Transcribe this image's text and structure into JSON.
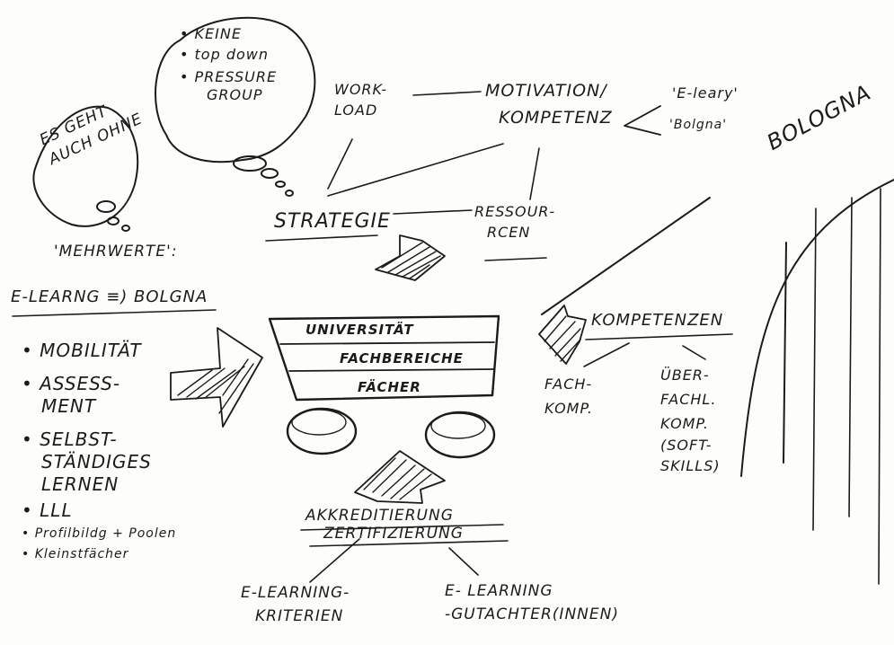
{
  "colors": {
    "ink": "#1b1b1b",
    "paper": "#fdfdfb"
  },
  "cloud_top": [
    "• KEINE",
    "• top down",
    "• PRESSURE",
    "GROUP"
  ],
  "bubble_left": [
    "ES GEHT",
    "AUCH OHNE"
  ],
  "top": {
    "workload": [
      "WORK-",
      "LOAD"
    ],
    "motivation": [
      "MOTIVATION/",
      "KOMPETENZ"
    ],
    "eleary": "'E-leary'",
    "bologna_small": "'Bolgna'"
  },
  "strategie": "STRATEGIE",
  "ressourcen": [
    "RESSOUR-",
    "RCEN"
  ],
  "mehrwerte": "'MEHRWERTE':",
  "elearning_bologna": "E-LEARNG ≡) BOLGNA",
  "benefits": [
    "• MOBILITÄT",
    "• ASSESS-",
    "MENT",
    "• SELBST-",
    "STÄNDIGES",
    "LERNEN",
    "• LLL",
    "• Profilbildg + Poolen",
    "• Kleinstfächer"
  ],
  "cart": [
    "UNIVERSITÄT",
    "FACHBEREICHE",
    "FÄCHER"
  ],
  "kompetenzen": "KOMPETENZEN",
  "fachkomp": [
    "FACH-",
    "KOMP."
  ],
  "ueberfachl": [
    "ÜBER-",
    "FACHL.",
    "KOMP.",
    "(SOFT-",
    "SKILLS)"
  ],
  "akkreditierung": [
    "AKKREDITIERUNG",
    "ZERTIFIZIERUNG"
  ],
  "bottom_left": [
    "E-LEARNING-",
    "KRITERIEN"
  ],
  "bottom_right": [
    "E- LEARNING",
    "-GUTACHTER(INNEN)"
  ],
  "bologna_big": "BOLOGNA"
}
